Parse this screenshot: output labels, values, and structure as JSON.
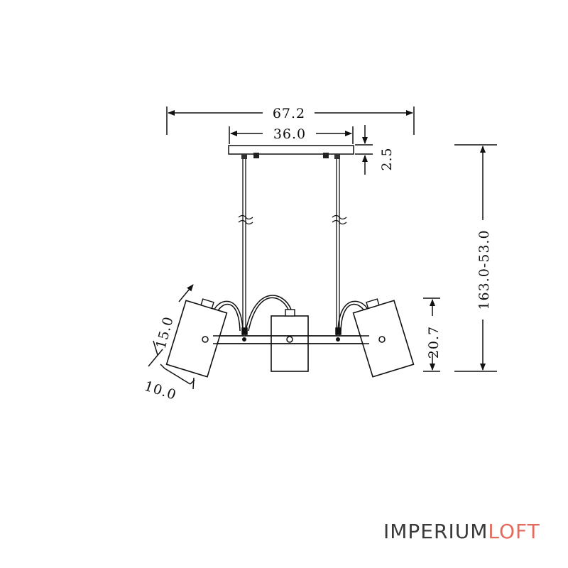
{
  "dimensions": {
    "total_width": "67.2",
    "canopy_width": "36.0",
    "canopy_height": "2.5",
    "overall_height": "163.0-53.0",
    "shade_height": "20.7",
    "shade_length": "15.0",
    "shade_diameter": "10.0"
  },
  "brand": {
    "name_part1": "IMPERIUM",
    "name_part2": "LOFT",
    "accent_color": "#e26b5e",
    "text_color": "#3a3a3a"
  }
}
